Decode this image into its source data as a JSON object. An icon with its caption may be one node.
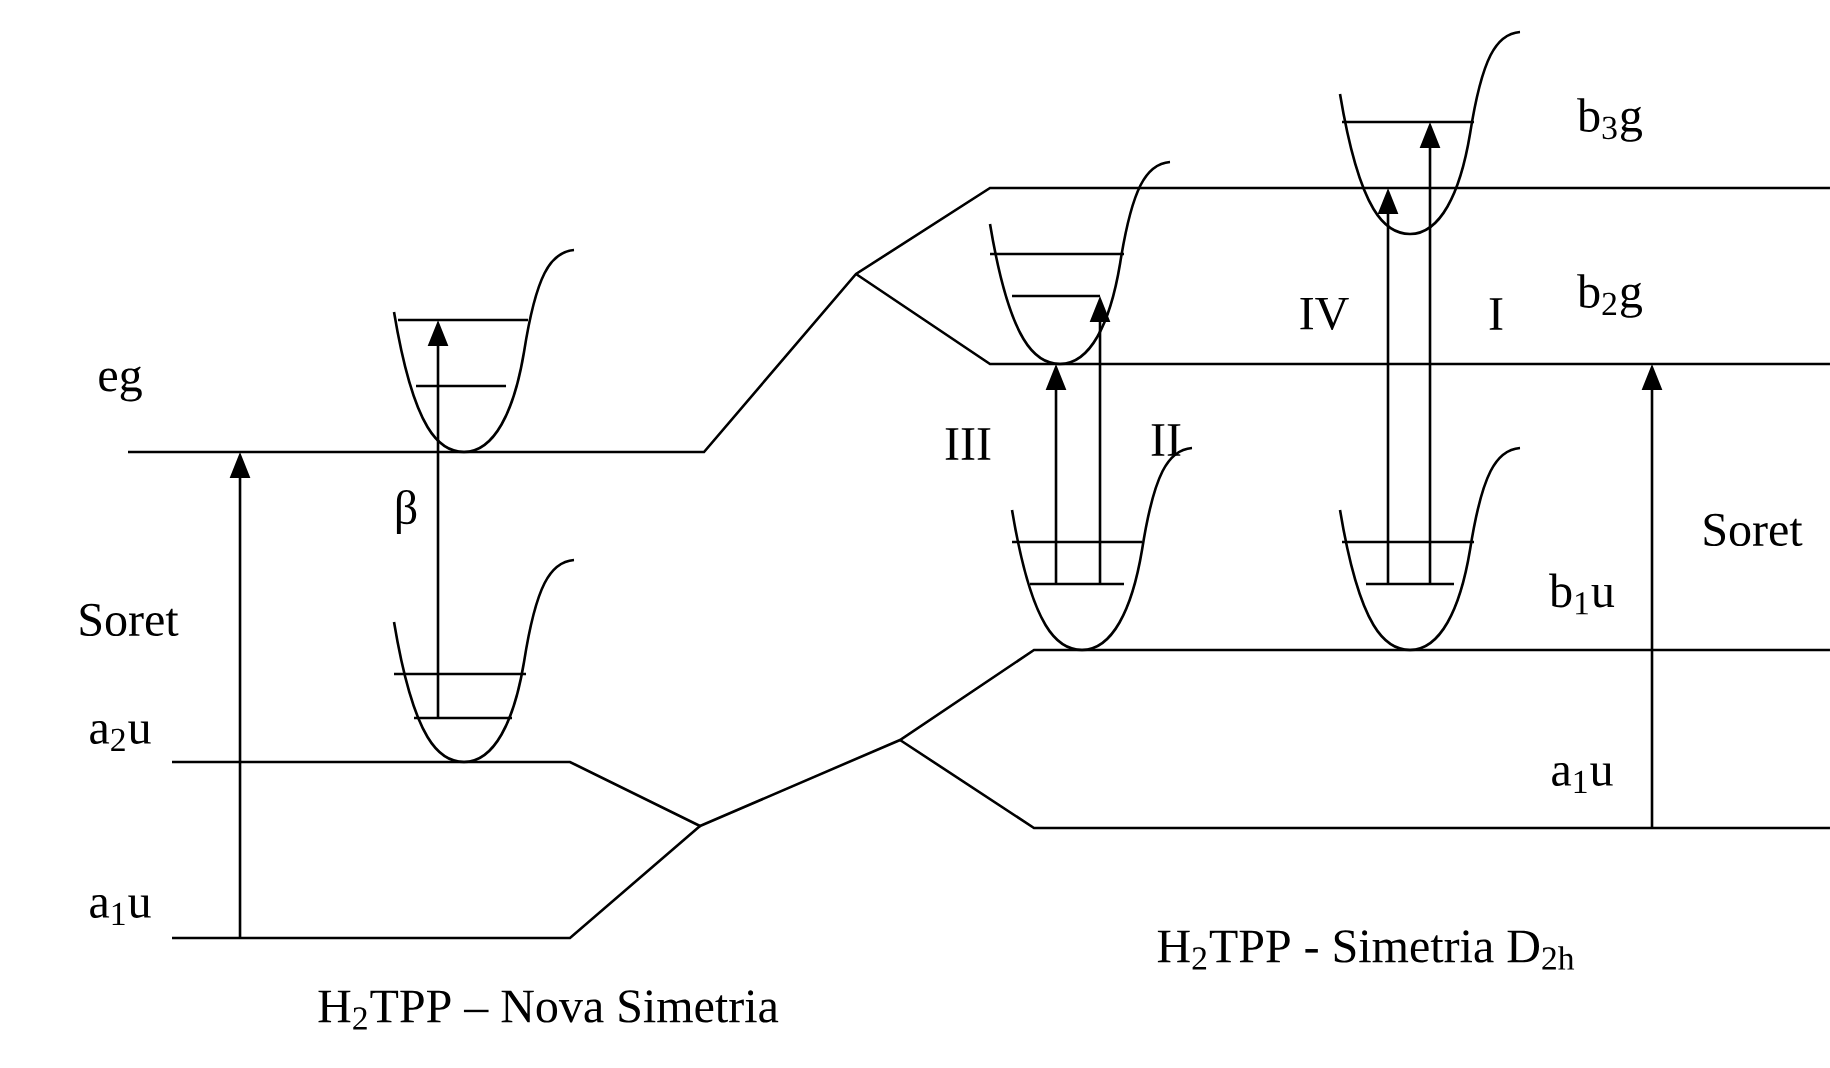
{
  "diagram": {
    "labels": [
      "b$_{3}$g",
      "IV",
      "I",
      "b$_{2}$g",
      "eg",
      "III",
      "II",
      "β",
      "Soret",
      "Soret",
      "b$_{1}$u",
      "a$_{2}$u",
      "a$_{1}$u",
      "a$_{1}$u",
      "H$_{2}$TPP - Simetria D$_{2h}$",
      "H$_{2}$TPP – Nova Simetria"
    ]
  }
}
